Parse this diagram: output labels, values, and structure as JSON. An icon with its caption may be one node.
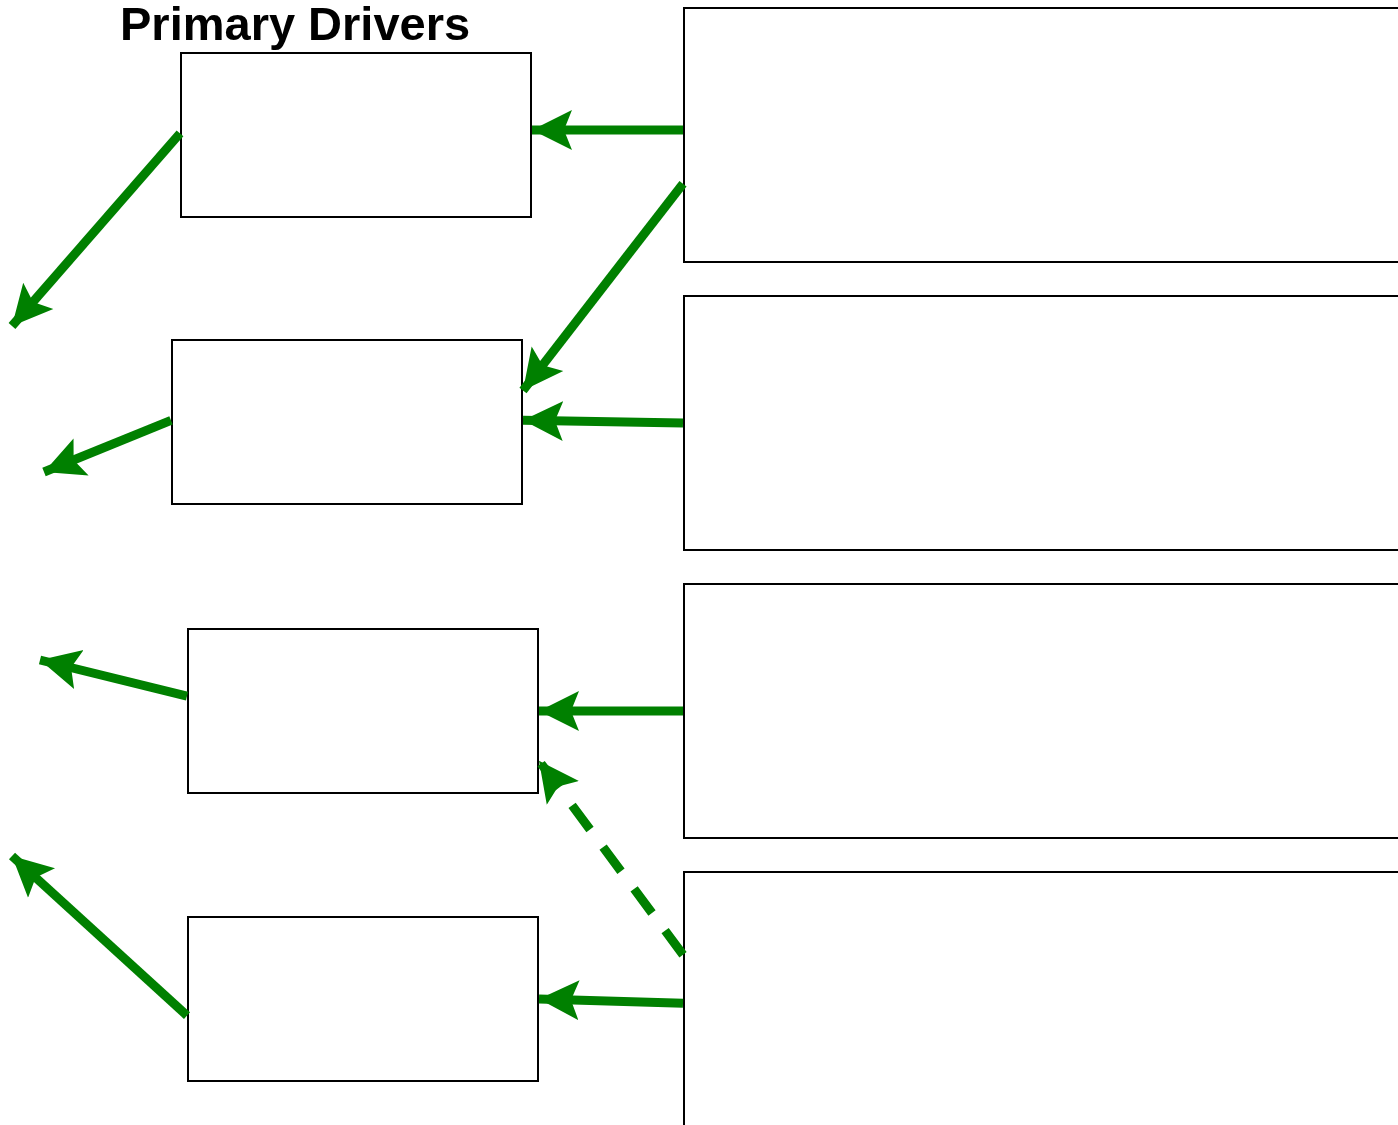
{
  "diagram": {
    "title": "Primary Drivers",
    "nodes": [
      {
        "text": [],
        "shape": "box"
      },
      {
        "text": [],
        "shape": "box"
      },
      {
        "text": [],
        "shape": "box"
      },
      {
        "text": [],
        "shape": "box"
      },
      {
        "text": [],
        "shape": "box"
      },
      {
        "text": [],
        "shape": "box"
      },
      {
        "text": [],
        "shape": "box"
      },
      {
        "text": [],
        "shape": "box"
      }
    ],
    "edges": [
      {
        "from": 1,
        "to": 0,
        "arrow": "to"
      },
      {
        "from": 1,
        "to": 2,
        "arrow": "to"
      },
      {
        "from": 3,
        "to": 2,
        "arrow": "to"
      },
      {
        "from": 5,
        "to": 4,
        "arrow": "to"
      },
      {
        "from": 7,
        "to": 4,
        "arrow": "to",
        "style": "dashed"
      },
      {
        "from": 7,
        "to": 6,
        "arrow": "to"
      },
      {
        "from": 0,
        "to": null,
        "arrow": "to"
      },
      {
        "from": 2,
        "to": null,
        "arrow": "to"
      },
      {
        "from": 4,
        "to": null,
        "arrow": "to"
      },
      {
        "from": 6,
        "to": null,
        "arrow": "to"
      }
    ]
  }
}
